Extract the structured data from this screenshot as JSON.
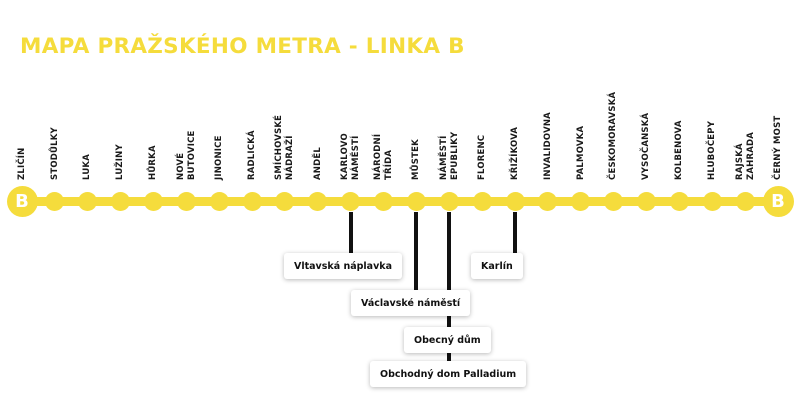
{
  "title": "MAPA PRAŽSKÉHO METRA - LINKA B",
  "colors": {
    "line": "#f5dc3c",
    "station": "#f5dc3c",
    "text": "#1a1a1a",
    "connector": "#111111"
  },
  "line": {
    "letter_start": "B",
    "letter_end": "B",
    "stations": [
      [
        "ZLIČÍN"
      ],
      [
        "STODŮLKY"
      ],
      [
        "LUKA"
      ],
      [
        "LUŽINY"
      ],
      [
        "HŮRKA"
      ],
      [
        "NOVÉ",
        "BUTOVICE"
      ],
      [
        "JINONICE"
      ],
      [
        "RADLICKÁ"
      ],
      [
        "SMÍCHOVSKÉ",
        "NÁDRAŽÍ"
      ],
      [
        "ANDĚL"
      ],
      [
        "KARLOVO",
        "NÁMĚSTÍ"
      ],
      [
        "NÁRODNÍ",
        "TŘÍDA"
      ],
      [
        "MŮSTEK"
      ],
      [
        "NÁMĚSTÍ",
        "EPUBLIKY"
      ],
      [
        "FLORENC"
      ],
      [
        "KŘIŽÍKOVA"
      ],
      [
        "INVALIDOVNA"
      ],
      [
        "PALMOVKA"
      ],
      [
        "ČESKOMORAVSKÁ"
      ],
      [
        "VYSOČANSKÁ"
      ],
      [
        "KOLBENOVA"
      ],
      [
        "HLUBOČEPY"
      ],
      [
        "RAJSKÁ",
        "ZAHRADA"
      ],
      [
        "ČERNÝ MOST"
      ]
    ]
  },
  "points_of_interest": [
    {
      "label": "Vltavská náplavka",
      "station_index": 10
    },
    {
      "label": "Václavské náměstí",
      "station_index": 12
    },
    {
      "label": "Obecný dům",
      "station_index": 13
    },
    {
      "label": "Obchodný dom Palladium",
      "station_index": 13
    },
    {
      "label": "Karlín",
      "station_index": 15
    }
  ]
}
